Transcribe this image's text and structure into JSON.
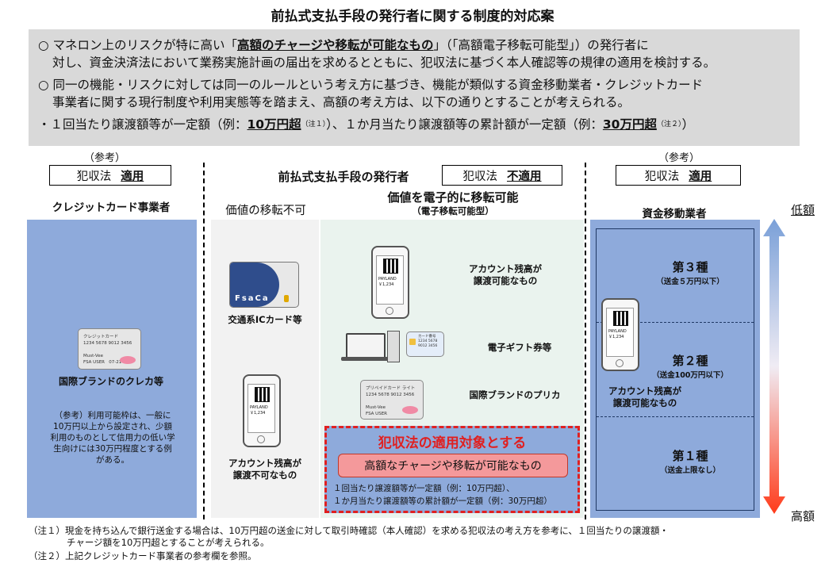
{
  "title": "前払式支払手段の発行者に関する制度的対応案",
  "summary": {
    "l1_pre": "○ マネロン上のリスクが特に高い「",
    "l1_bold": "高額のチャージや移転が可能なもの",
    "l1_post": "」（「高額電子移転可能型」）の発行者に",
    "l2": "対し、資金決済法において業務実施計画の届出を求めるとともに、犯収法に基づく本人確認等の規律の適用を検討する。",
    "l3": "○ 同一の機能・リスクに対しては同一のルールという考え方に基づき、機能が類似する資金移動業者・クレジットカード",
    "l4": "事業者に関する現行制度や利用実態等を踏まえ、高額の考え方は、以下の通りとすることが考えられる。",
    "l5_a": "・１回当たり譲渡額等が一定額（例：",
    "l5_b": "10万円超",
    "l5_c": "（注１）",
    "l5_d": "）、１か月当たり譲渡額等の累計額が一定額（例：",
    "l5_e": "30万円超",
    "l5_f": "（注２）",
    "l5_g": "）"
  },
  "left": {
    "ref": "（参考）",
    "law": "犯収法",
    "status": "適用",
    "heading": "クレジットカード事業者",
    "card_text": "クレジットカード\n1234 5678 9012 3456\n\nMust-Vee\nFSA USER   07-21",
    "caption": "国際ブランドのクレカ等",
    "note": "（参考）利用可能枠は、一般に10万円以上から設定され、少額利用のものとして信用力の低い学生向けには30万円程度とする例がある。"
  },
  "center": {
    "heading": "前払式支払手段の発行者",
    "law": "犯収法",
    "status": "不適用",
    "col1_head": "価値の移転不可",
    "col2_head": "価値を電子的に移転可能",
    "col2_sub": "（電子移転可能型）",
    "ic_card_label": "FsaCa",
    "ic_caption": "交通系ICカード等",
    "phone_caption_1": "アカウント残高が",
    "phone_caption_2": "譲渡不可なもの",
    "item1_1": "アカウント残高が",
    "item1_2": "譲渡可能なもの",
    "item2": "電子ギフト券等",
    "item3": "国際ブランドのプリカ",
    "gift_card_text": "カード番号\n1234 5678\n9012 3456",
    "prepaid_card_text": "プリペイドカード ライト\n1234 5678 9012 3456\n\nMust-Vee\nFSA USER",
    "target_title": "犯収法の適用対象とする",
    "target_pill": "高額なチャージや移転が可能なもの",
    "target_l1": "１回当たり譲渡額等が一定額（例：10万円超）、",
    "target_l2": "１か月当たり譲渡額等の累計額が一定額（例：30万円超）",
    "phone_amount": "￥1,234",
    "phone_label": "PAYLAND"
  },
  "right": {
    "ref": "（参考）",
    "law": "犯収法",
    "status": "適用",
    "heading": "資金移動業者",
    "t3": "第３種",
    "t3_sub": "（送金５万円以下）",
    "t2": "第２種",
    "t2_sub": "（送金100万円以下）",
    "t1": "第１種",
    "t1_sub": "（送金上限なし）",
    "phone_caption_1": "アカウント残高が",
    "phone_caption_2": "譲渡可能なもの"
  },
  "axis": {
    "top": "低額",
    "bottom": "高額"
  },
  "footnotes": {
    "n1a": "（注１）現金を持ち込んで銀行送金する場合は、10万円超の送金に対して取引時確認（本人確認）を求める犯収法の考え方を参考に、１回当たりの譲渡額・",
    "n1b": "チャージ額を10万円超とすることが考えられる。",
    "n2": "（注２）上記クレジットカード事業者の参考欄を参照。"
  },
  "colors": {
    "blue_panel": "#8eaadb",
    "green_panel": "#eaf3ee",
    "red": "#e02020",
    "pill": "#f4999b"
  }
}
